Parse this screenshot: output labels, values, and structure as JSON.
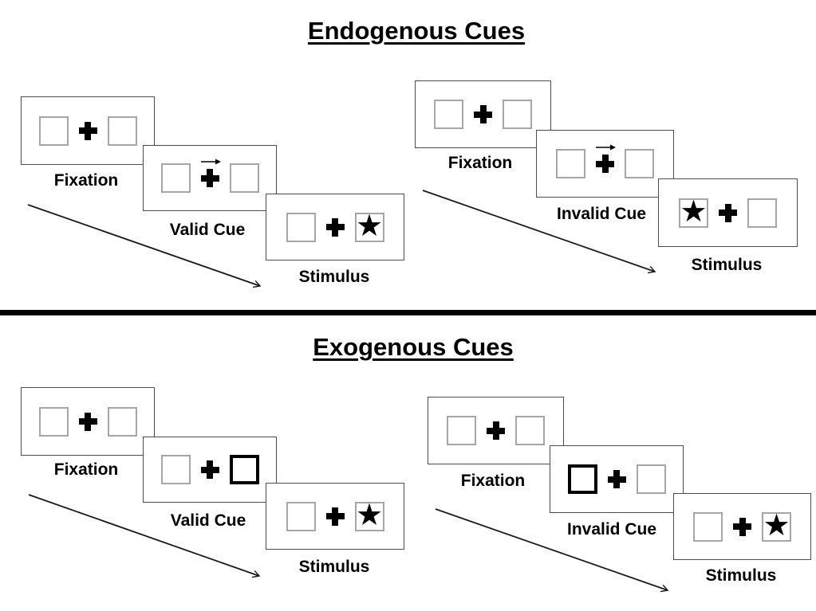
{
  "glyphs": {
    "star": "★"
  },
  "colors": {
    "background": "#ffffff",
    "ink": "#000000",
    "panel_border": "#4d4d4d",
    "box_border": "#a6a6a6"
  },
  "sections": [
    {
      "title": "Endogenous Cues",
      "sequences": [
        {
          "name": "endogenous-valid",
          "panels": [
            {
              "label": "Fixation",
              "type": "fixation"
            },
            {
              "label": "Valid Cue",
              "type": "cue",
              "cue_style": "central-arrow",
              "cue_direction": "right"
            },
            {
              "label": "Stimulus",
              "type": "stimulus",
              "star_position": "right"
            }
          ]
        },
        {
          "name": "endogenous-invalid",
          "panels": [
            {
              "label": "Fixation",
              "type": "fixation"
            },
            {
              "label": "Invalid Cue",
              "type": "cue",
              "cue_style": "central-arrow",
              "cue_direction": "right"
            },
            {
              "label": "Stimulus",
              "type": "stimulus",
              "star_position": "left"
            }
          ]
        }
      ]
    },
    {
      "title": "Exogenous Cues",
      "sequences": [
        {
          "name": "exogenous-valid",
          "panels": [
            {
              "label": "Fixation",
              "type": "fixation"
            },
            {
              "label": "Valid Cue",
              "type": "cue",
              "cue_style": "peripheral-box",
              "cue_side": "right"
            },
            {
              "label": "Stimulus",
              "type": "stimulus",
              "star_position": "right"
            }
          ]
        },
        {
          "name": "exogenous-invalid",
          "panels": [
            {
              "label": "Fixation",
              "type": "fixation"
            },
            {
              "label": "Invalid Cue",
              "type": "cue",
              "cue_style": "peripheral-box",
              "cue_side": "left"
            },
            {
              "label": "Stimulus",
              "type": "stimulus",
              "star_position": "right"
            }
          ]
        }
      ]
    }
  ]
}
